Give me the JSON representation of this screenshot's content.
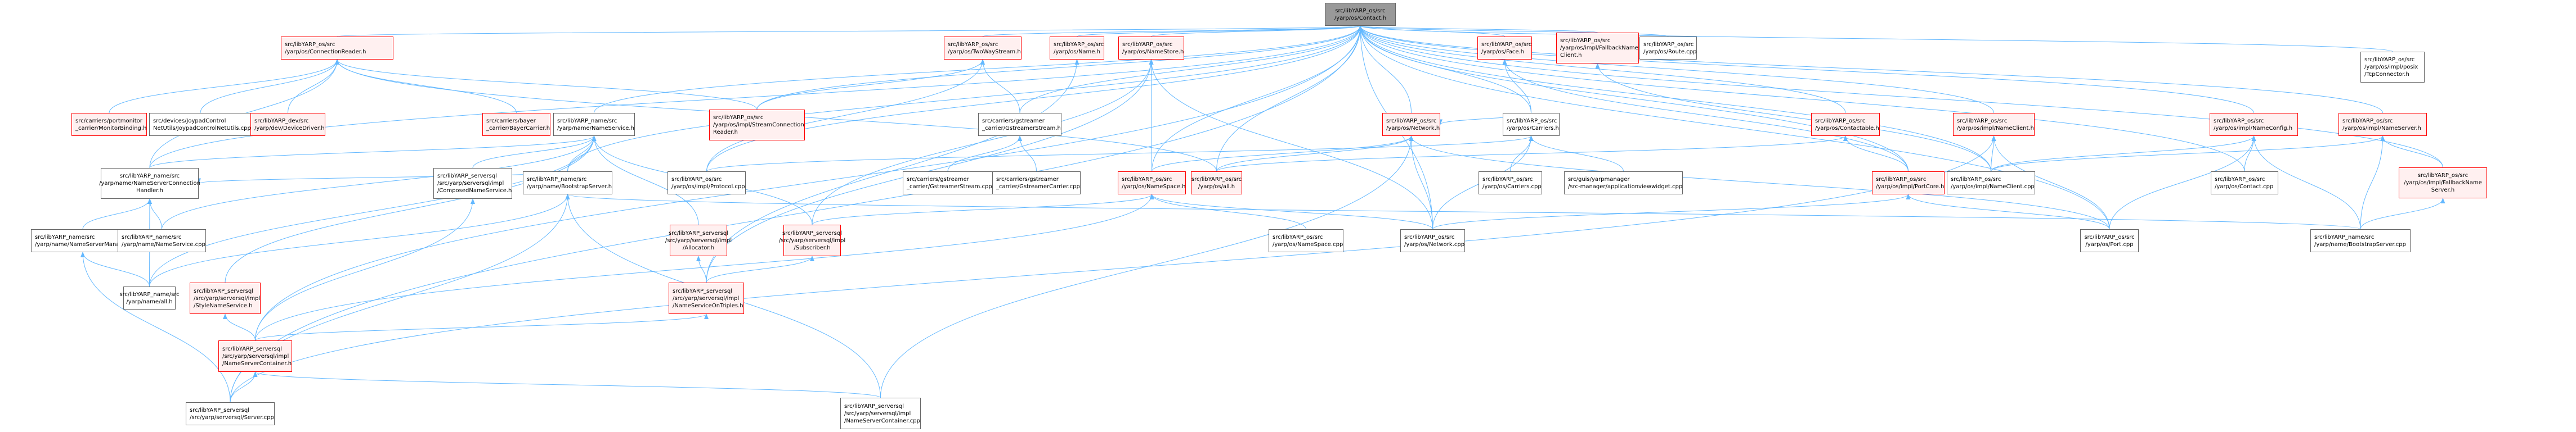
{
  "title": "Include dependency graph for src/libYARP_os/src/yarp/os/Contact.h",
  "colors": {
    "edge": "#63b8ff",
    "root_fill": "#999999",
    "red_border": "#ff0000",
    "red_fill": "#fff0f0",
    "plain_border": "#666666"
  },
  "nodes": [
    {
      "id": "contact_h",
      "label": "src/libYARP_os/src\n/yarp/os/Contact.h",
      "style": "root"
    },
    {
      "id": "connreader",
      "label": "src/libYARP_os/src\n/yarp/os/ConnectionReader.h",
      "style": "red"
    },
    {
      "id": "twoway",
      "label": "src/libYARP_os/src\n/yarp/os/TwoWayStream.h",
      "style": "red"
    },
    {
      "id": "name_h",
      "label": "src/libYARP_os/src\n/yarp/os/Name.h",
      "style": "red"
    },
    {
      "id": "namestore",
      "label": "src/libYARP_os/src\n/yarp/os/NameStore.h",
      "style": "red"
    },
    {
      "id": "face",
      "label": "src/libYARP_os/src\n/yarp/os/Face.h",
      "style": "red"
    },
    {
      "id": "fallbackclient",
      "label": "src/libYARP_os/src\n/yarp/os/impl/FallbackName\nClient.h",
      "style": "red"
    },
    {
      "id": "route",
      "label": "src/libYARP_os/src\n/yarp/os/Route.cpp",
      "style": "plain"
    },
    {
      "id": "tcpconn",
      "label": "src/libYARP_os/src\n/yarp/os/impl/posix\n/TcpConnector.h",
      "style": "plain"
    },
    {
      "id": "monitorbinding",
      "label": "src/carriers/portmonitor\n_carrier/MonitorBinding.h",
      "style": "red"
    },
    {
      "id": "joypad",
      "label": "src/devices/JoypadControl\nNetUtils/JoypadControlNetUtils.cpp",
      "style": "plain"
    },
    {
      "id": "devicedriver",
      "label": "src/libYARP_dev/src\n/yarp/dev/DeviceDriver.h",
      "style": "red"
    },
    {
      "id": "bayer",
      "label": "src/carriers/bayer\n_carrier/BayerCarrier.h",
      "style": "red"
    },
    {
      "id": "nameservice_h",
      "label": "src/libYARP_name/src\n/yarp/name/NameService.h",
      "style": "plain"
    },
    {
      "id": "streamconnreader",
      "label": "src/libYARP_os/src\n/yarp/os/impl/StreamConnection\nReader.h",
      "style": "red"
    },
    {
      "id": "gststream_h",
      "label": "src/carriers/gstreamer\n_carrier/GstreamerStream.h",
      "style": "plain"
    },
    {
      "id": "network_h",
      "label": "src/libYARP_os/src\n/yarp/os/Network.h",
      "style": "red"
    },
    {
      "id": "carriers_h",
      "label": "src/libYARP_os/src\n/yarp/os/Carriers.h",
      "style": "plain"
    },
    {
      "id": "contactable",
      "label": "src/libYARP_os/src\n/yarp/os/Contactable.h",
      "style": "red"
    },
    {
      "id": "nameclient_h",
      "label": "src/libYARP_os/src\n/yarp/os/impl/NameClient.h",
      "style": "red"
    },
    {
      "id": "nameconfig",
      "label": "src/libYARP_os/src\n/yarp/os/impl/NameConfig.h",
      "style": "red"
    },
    {
      "id": "nameserver_h",
      "label": "src/libYARP_os/src\n/yarp/os/impl/NameServer.h",
      "style": "red"
    },
    {
      "id": "nsconnhandler",
      "label": "src/libYARP_name/src\n/yarp/name/NameServerConnection\nHandler.h",
      "style": "plain",
      "center": true
    },
    {
      "id": "composedns",
      "label": "src/libYARP_serversql\n/src/yarp/serversql/impl\n/ComposedNameService.h",
      "style": "plain"
    },
    {
      "id": "bootstrap_h",
      "label": "src/libYARP_name/src\n/yarp/name/BootstrapServer.h",
      "style": "plain"
    },
    {
      "id": "protocol",
      "label": "src/libYARP_os/src\n/yarp/os/impl/Protocol.cpp",
      "style": "plain"
    },
    {
      "id": "gststream_cpp",
      "label": "src/carriers/gstreamer\n_carrier/GstreamerStream.cpp",
      "style": "plain"
    },
    {
      "id": "gstcarrier",
      "label": "src/carriers/gstreamer\n_carrier/GstreamerCarrier.cpp",
      "style": "plain"
    },
    {
      "id": "namespace_h",
      "label": "src/libYARP_os/src\n/yarp/os/NameSpace.h",
      "style": "red"
    },
    {
      "id": "os_all",
      "label": "src/libYARP_os/src\n/yarp/os/all.h",
      "style": "red",
      "center": true
    },
    {
      "id": "carriers_cpp",
      "label": "src/libYARP_os/src\n/yarp/os/Carriers.cpp",
      "style": "plain"
    },
    {
      "id": "appviewwidget",
      "label": "src/guis/yarpmanager\n/src-manager/applicationviewwidget.cpp",
      "style": "plain"
    },
    {
      "id": "portcore",
      "label": "src/libYARP_os/src\n/yarp/os/impl/PortCore.h",
      "style": "red"
    },
    {
      "id": "nameclient_cpp",
      "label": "src/libYARP_os/src\n/yarp/os/impl/NameClient.cpp",
      "style": "plain"
    },
    {
      "id": "contact_cpp",
      "label": "src/libYARP_os/src\n/yarp/os/Contact.cpp",
      "style": "plain"
    },
    {
      "id": "fallbackserver",
      "label": "src/libYARP_os/src\n/yarp/os/impl/FallbackName\nServer.h",
      "style": "red",
      "center": true
    },
    {
      "id": "nsmanager",
      "label": "src/libYARP_name/src\n/yarp/name/NameServerManager.h",
      "style": "plain"
    },
    {
      "id": "nameservice_cpp",
      "label": "src/libYARP_name/src\n/yarp/name/NameService.cpp",
      "style": "plain"
    },
    {
      "id": "allocator",
      "label": "src/libYARP_serversql\n/src/yarp/serversql/impl\n/Allocator.h",
      "style": "red",
      "center": true
    },
    {
      "id": "subscriber",
      "label": "src/libYARP_serversql\n/src/yarp/serversql/impl\n/Subscriber.h",
      "style": "red",
      "center": true
    },
    {
      "id": "namespace_cpp",
      "label": "src/libYARP_os/src\n/yarp/os/NameSpace.cpp",
      "style": "plain"
    },
    {
      "id": "network_cpp",
      "label": "src/libYARP_os/src\n/yarp/os/Network.cpp",
      "style": "plain"
    },
    {
      "id": "port_cpp",
      "label": "src/libYARP_os/src\n/yarp/os/Port.cpp",
      "style": "plain",
      "center": true
    },
    {
      "id": "bootstrap_cpp",
      "label": "src/libYARP_name/src\n/yarp/name/BootstrapServer.cpp",
      "style": "plain"
    },
    {
      "id": "name_all",
      "label": "src/libYARP_name/src\n/yarp/name/all.h",
      "style": "plain",
      "center": true
    },
    {
      "id": "stylens",
      "label": "src/libYARP_serversql\n/src/yarp/serversql/impl\n/StyleNameService.h",
      "style": "red"
    },
    {
      "id": "nsontriples",
      "label": "src/libYARP_serversql\n/src/yarp/serversql/impl\n/NameServiceOnTriples.h",
      "style": "red"
    },
    {
      "id": "nscontainer_h",
      "label": "src/libYARP_serversql\n/src/yarp/serversql/impl\n/NameServerContainer.h",
      "style": "red"
    },
    {
      "id": "server_cpp",
      "label": "src/libYARP_serversql\n/src/yarp/serversql/Server.cpp",
      "style": "plain"
    },
    {
      "id": "nscontainer_cpp",
      "label": "src/libYARP_serversql\n/src/yarp/serversql/impl\n/NameServerContainer.cpp",
      "style": "plain"
    }
  ],
  "edges": [
    [
      "connreader",
      "contact_h"
    ],
    [
      "twoway",
      "contact_h"
    ],
    [
      "name_h",
      "contact_h"
    ],
    [
      "namestore",
      "contact_h"
    ],
    [
      "face",
      "contact_h"
    ],
    [
      "fallbackclient",
      "contact_h"
    ],
    [
      "route",
      "contact_h"
    ],
    [
      "tcpconn",
      "contact_h"
    ],
    [
      "nameservice_h",
      "contact_h"
    ],
    [
      "streamconnreader",
      "contact_h"
    ],
    [
      "gststream_h",
      "contact_h"
    ],
    [
      "network_h",
      "contact_h"
    ],
    [
      "carriers_h",
      "contact_h"
    ],
    [
      "contactable",
      "contact_h"
    ],
    [
      "nameclient_h",
      "contact_h"
    ],
    [
      "nameconfig",
      "contact_h"
    ],
    [
      "nameserver_h",
      "contact_h"
    ],
    [
      "nsconnhandler",
      "contact_h"
    ],
    [
      "bootstrap_h",
      "contact_h"
    ],
    [
      "protocol",
      "contact_h"
    ],
    [
      "namespace_h",
      "contact_h"
    ],
    [
      "os_all",
      "contact_h"
    ],
    [
      "portcore",
      "contact_h"
    ],
    [
      "nameclient_cpp",
      "contact_h"
    ],
    [
      "contact_cpp",
      "contact_h"
    ],
    [
      "fallbackserver",
      "contact_h"
    ],
    [
      "port_cpp",
      "contact_h"
    ],
    [
      "server_cpp",
      "contact_h"
    ],
    [
      "nscontainer_h",
      "contact_h"
    ],
    [
      "network_cpp",
      "contact_h"
    ],
    [
      "monitorbinding",
      "connreader"
    ],
    [
      "joypad",
      "connreader"
    ],
    [
      "devicedriver",
      "connreader"
    ],
    [
      "bayer",
      "connreader"
    ],
    [
      "streamconnreader",
      "connreader"
    ],
    [
      "nsconnhandler",
      "connreader"
    ],
    [
      "os_all",
      "connreader"
    ],
    [
      "streamconnreader",
      "twoway"
    ],
    [
      "gststream_h",
      "twoway"
    ],
    [
      "protocol",
      "twoway"
    ],
    [
      "nsontriples",
      "name_h"
    ],
    [
      "namespace_h",
      "namestore"
    ],
    [
      "subscriber",
      "namestore"
    ],
    [
      "nsontriples",
      "namestore"
    ],
    [
      "network_cpp",
      "namestore"
    ],
    [
      "carriers_h",
      "face"
    ],
    [
      "portcore",
      "face"
    ],
    [
      "nameclient_cpp",
      "fallbackclient"
    ],
    [
      "gststream_cpp",
      "gststream_h"
    ],
    [
      "gstcarrier",
      "gststream_h"
    ],
    [
      "nsconnhandler",
      "nameservice_h"
    ],
    [
      "composedns",
      "nameservice_h"
    ],
    [
      "bootstrap_h",
      "nameservice_h"
    ],
    [
      "nameservice_cpp",
      "nameservice_h"
    ],
    [
      "name_all",
      "nameservice_h"
    ],
    [
      "stylens",
      "nameservice_h"
    ],
    [
      "allocator",
      "nameservice_h"
    ],
    [
      "subscriber",
      "nameservice_h"
    ],
    [
      "namespace_h",
      "network_h"
    ],
    [
      "os_all",
      "network_h"
    ],
    [
      "network_cpp",
      "network_h"
    ],
    [
      "carriers_h",
      "network_h"
    ],
    [
      "nscontainer_cpp",
      "network_h"
    ],
    [
      "port_cpp",
      "network_h"
    ],
    [
      "carriers_cpp",
      "carriers_h"
    ],
    [
      "appviewwidget",
      "carriers_h"
    ],
    [
      "network_cpp",
      "carriers_h"
    ],
    [
      "protocol",
      "carriers_h"
    ],
    [
      "portcore",
      "contactable"
    ],
    [
      "os_all",
      "contactable"
    ],
    [
      "nameclient_cpp",
      "nameclient_h"
    ],
    [
      "port_cpp",
      "nameclient_h"
    ],
    [
      "server_cpp",
      "nameclient_h"
    ],
    [
      "nameclient_cpp",
      "nameconfig"
    ],
    [
      "contact_cpp",
      "nameconfig"
    ],
    [
      "port_cpp",
      "nameconfig"
    ],
    [
      "bootstrap_cpp",
      "nameconfig"
    ],
    [
      "fallbackserver",
      "nameserver_h"
    ],
    [
      "bootstrap_cpp",
      "nameserver_h"
    ],
    [
      "nameclient_cpp",
      "nameserver_h"
    ],
    [
      "bootstrap_cpp",
      "fallbackserver"
    ],
    [
      "nsmanager",
      "nsconnhandler"
    ],
    [
      "nameservice_cpp",
      "nsconnhandler"
    ],
    [
      "name_all",
      "nsconnhandler"
    ],
    [
      "bootstrap_h",
      "nsconnhandler"
    ],
    [
      "nscontainer_h",
      "composedns"
    ],
    [
      "name_all",
      "bootstrap_h"
    ],
    [
      "server_cpp",
      "bootstrap_h"
    ],
    [
      "nscontainer_cpp",
      "bootstrap_h"
    ],
    [
      "bootstrap_cpp",
      "bootstrap_h"
    ],
    [
      "subscriber",
      "namespace_h"
    ],
    [
      "namespace_cpp",
      "namespace_h"
    ],
    [
      "nscontainer_h",
      "namespace_h"
    ],
    [
      "network_cpp",
      "namespace_h"
    ],
    [
      "name_all",
      "nsmanager"
    ],
    [
      "server_cpp",
      "nsmanager"
    ],
    [
      "nsontriples",
      "allocator"
    ],
    [
      "nsontriples",
      "subscriber"
    ],
    [
      "nscontainer_h",
      "stylens"
    ],
    [
      "nscontainer_h",
      "nsontriples"
    ],
    [
      "server_cpp",
      "nscontainer_h"
    ],
    [
      "nscontainer_cpp",
      "nscontainer_h"
    ],
    [
      "port_cpp",
      "portcore"
    ],
    [
      "network_cpp",
      "portcore"
    ]
  ]
}
